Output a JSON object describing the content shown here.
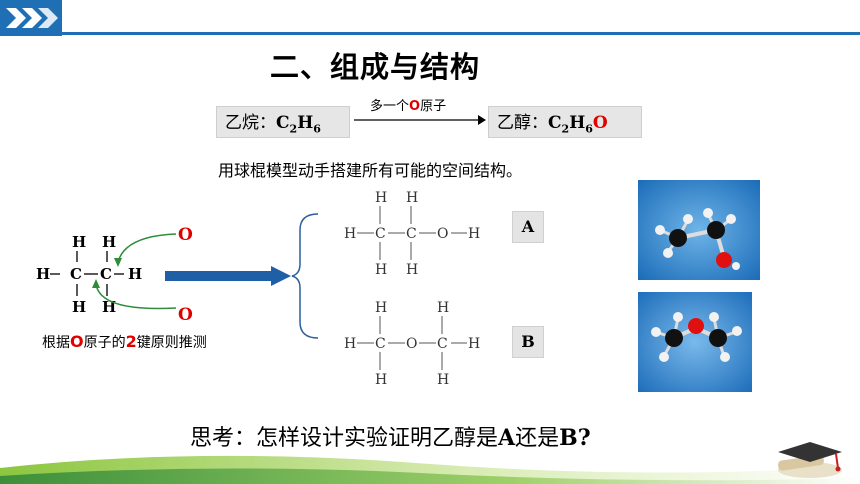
{
  "header": {
    "accent": "#1f6fb5"
  },
  "title": "二、组成与结构",
  "equation": {
    "left_prefix": "乙烷：",
    "left_formula": [
      "C",
      "2",
      "H",
      "6"
    ],
    "arrow_label_pre": "多一个",
    "arrow_label_o": "O",
    "arrow_label_post": "原子",
    "right_prefix": "乙醇：",
    "right_formula": [
      "C",
      "2",
      "H",
      "6",
      "O"
    ]
  },
  "instruction": "用球棍模型动手搭建所有可能的空间结构。",
  "ethane": {
    "atoms_H": "H",
    "atoms_C": "C",
    "oxygen": "O"
  },
  "options": {
    "a": "A",
    "b": "B"
  },
  "structure_a": {
    "H": "H",
    "C": "C",
    "O": "O"
  },
  "structure_b": {
    "H": "H",
    "C": "C",
    "O": "O"
  },
  "note": {
    "pre": "根据",
    "o": "O",
    "mid": "原子的",
    "two": "2",
    "post": "键原则推测"
  },
  "question": {
    "pre": "思考：怎样设计实验证明乙醇是",
    "a": "A",
    "mid": "还是",
    "b": "B?"
  }
}
